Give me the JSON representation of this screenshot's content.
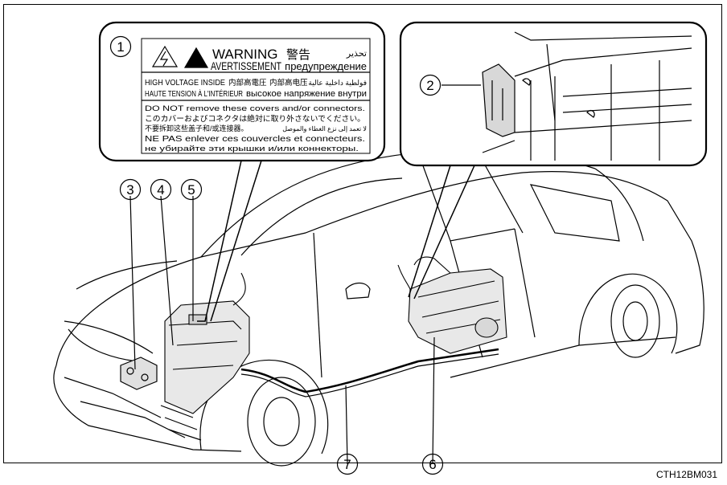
{
  "callouts": [
    "1",
    "2",
    "3",
    "4",
    "5",
    "6",
    "7"
  ],
  "label": {
    "warning_en": "WARNING",
    "warning_jp": "警告",
    "warning_ar": "تحذير",
    "warning_fr": "AVERTISSEMENT",
    "warning_ru": "предупреждение",
    "hv_en": "HIGH VOLTAGE INSIDE",
    "hv_jp": "内部高電圧",
    "hv_cn": "内部高电压",
    "hv_ar": "فولطية داخلية عالية",
    "hv_fr": "HAUTE TENSION À L'INTÉRIEUR",
    "hv_ru": "высокое напряжение внутри",
    "line_en": "DO NOT remove these covers and/or connectors.",
    "line_jp": "このカバーおよびコネクタは絶対に取り外さないでください。",
    "line_cn": "不要拆卸这些盖子和/或连接器。",
    "line_ar": "لا تعمد إلى نزع الغطاء والموصل",
    "line_fr": "NE PAS enlever ces couvercles et connecteurs.",
    "line_ru": "не убирайте эти крышки и/или коннекторы."
  },
  "image_code": "CTH12BM031"
}
